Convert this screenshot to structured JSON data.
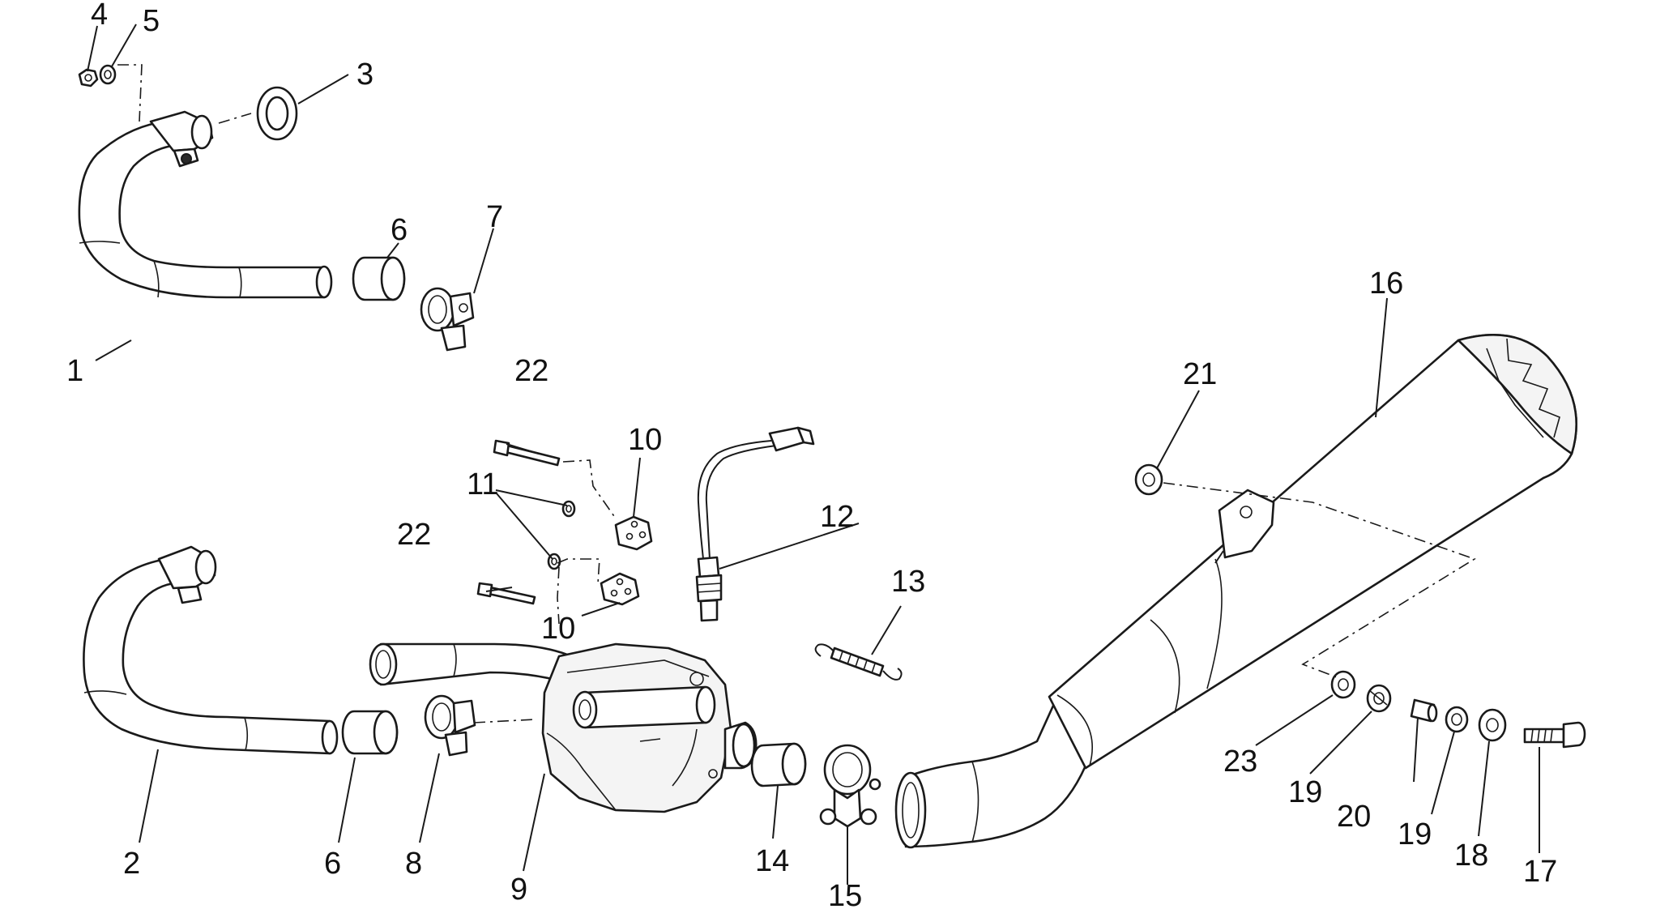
{
  "diagram": {
    "colors": {
      "ink": "#1a1a1a",
      "background": "#ffffff",
      "shade": "#f4f4f4"
    },
    "callouts": [
      {
        "id": "c1",
        "text": "1"
      },
      {
        "id": "c2",
        "text": "2"
      },
      {
        "id": "c3",
        "text": "3"
      },
      {
        "id": "c4",
        "text": "4"
      },
      {
        "id": "c5",
        "text": "5"
      },
      {
        "id": "c6a",
        "text": "6"
      },
      {
        "id": "c6b",
        "text": "6"
      },
      {
        "id": "c7",
        "text": "7"
      },
      {
        "id": "c8",
        "text": "8"
      },
      {
        "id": "c9",
        "text": "9"
      },
      {
        "id": "c10a",
        "text": "10"
      },
      {
        "id": "c10b",
        "text": "10"
      },
      {
        "id": "c11",
        "text": "11"
      },
      {
        "id": "c12",
        "text": "12"
      },
      {
        "id": "c13",
        "text": "13"
      },
      {
        "id": "c14",
        "text": "14"
      },
      {
        "id": "c15",
        "text": "15"
      },
      {
        "id": "c16",
        "text": "16"
      },
      {
        "id": "c17",
        "text": "17"
      },
      {
        "id": "c18",
        "text": "18"
      },
      {
        "id": "c19a",
        "text": "19"
      },
      {
        "id": "c19b",
        "text": "19"
      },
      {
        "id": "c20",
        "text": "20"
      },
      {
        "id": "c21",
        "text": "21"
      },
      {
        "id": "c22a",
        "text": "22"
      },
      {
        "id": "c22b",
        "text": "22"
      },
      {
        "id": "c23",
        "text": "23"
      }
    ]
  }
}
